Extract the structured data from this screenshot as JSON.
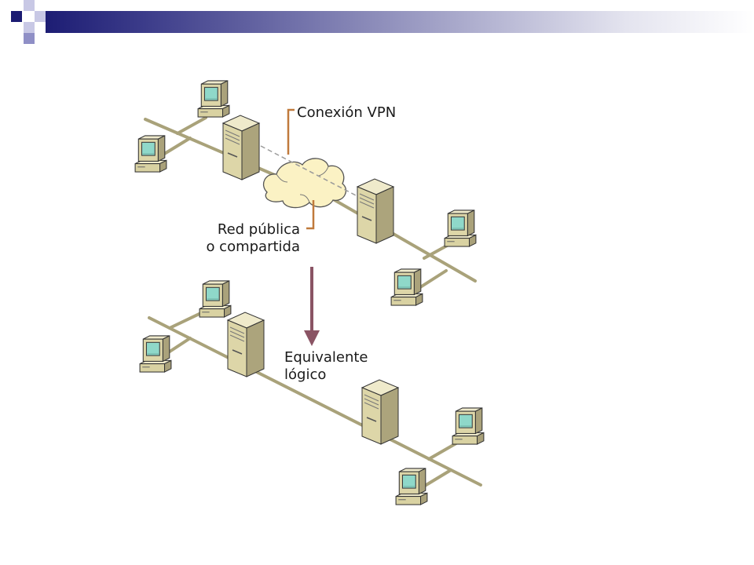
{
  "diagram": {
    "vpn_connection_label": "Conexión VPN",
    "public_network_label": [
      "Red pública",
      "o compartida"
    ],
    "logical_equivalent_label": [
      "Equivalente",
      "lógico"
    ]
  },
  "colors": {
    "network_line": "#a9a27a",
    "label_bracket": "#c07a3c",
    "arrow": "#8a5464",
    "cloud_fill": "#fbf2c4",
    "vpn_tunnel": "#9a9a9a",
    "header_dark": "#1b1b72",
    "header_light": "#c8c8e5",
    "header_medium": "#8f8fc6"
  }
}
